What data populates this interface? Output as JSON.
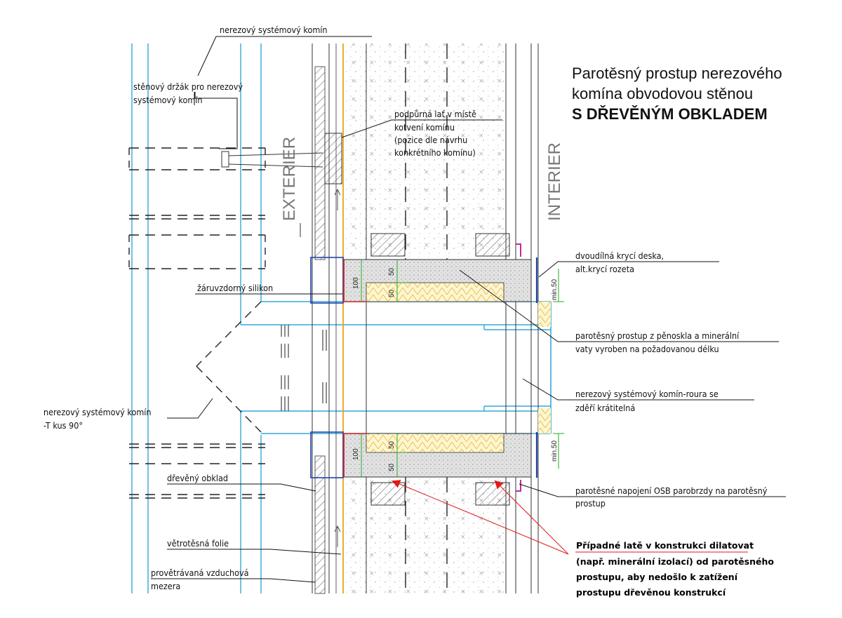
{
  "title": {
    "line1": "Parotěsný prostup nerezového",
    "line2": "komína obvodovou stěnou",
    "line3": "S DŘEVĚNÝM OBKLADEM"
  },
  "sides": {
    "exterior": "EXTERIER",
    "interior": "INTERIER"
  },
  "labels": {
    "chimney_top": "nerezový systémový komín",
    "wall_bracket_1": "stěnový držák pro nerezový",
    "wall_bracket_2": "systémový komín",
    "support_batten_1": "podpůrná lať v místě",
    "support_batten_2": "kotvení komínu",
    "support_batten_3": "(pozice dle návrhu",
    "support_batten_4": "konkrétního komínu)",
    "cover_plate_1": "dvoudílná krycí deska,",
    "cover_plate_2": "alt.krycí rozeta",
    "silicone": "žáruvzdorný silikon",
    "passage_1": "parotěsný prostup z pěnoskla a minerální",
    "passage_2": "vaty vyroben na požadovanou délku",
    "pipe_1": "nerezový systémový komín-roura se",
    "pipe_2": "zděří krátitelná",
    "tee_1": "nerezový systémový komín",
    "tee_2": "-T kus 90°",
    "cladding": "dřevěný obklad",
    "osb_1": "parotěsné napojení OSB parobrzdy na parotěsný",
    "osb_2": "prostup",
    "windproof": "větrotěsná folie",
    "air_gap_1": "provětrávaná vzduchová",
    "air_gap_2": "mezera"
  },
  "note": {
    "line1": "Případné latě v konstrukci dilatovat",
    "line2": "(např. minerální izolací) od parotěsného",
    "line3": "prostupu, aby nedošlo k zatížení",
    "line4": "prostupu dřevěnou konstrukcí"
  },
  "dimensions": {
    "d100_top": "100",
    "d50a_top": "50",
    "d50b_top": "50",
    "min_top": "min.50",
    "d100_bot": "100",
    "d50a_bot": "50",
    "d50b_bot": "50",
    "min_bot": "min.50"
  },
  "colors": {
    "chimney": "#33a8d8",
    "frame": "#2244aa",
    "foil": "#e8a317",
    "membrane": "#d22222",
    "osb_tape": "#c02aa0",
    "dimension": "#22aa22",
    "arrow": "#e01818",
    "passage_fill": "#dcdcdc",
    "wool": "#fff3c4"
  }
}
